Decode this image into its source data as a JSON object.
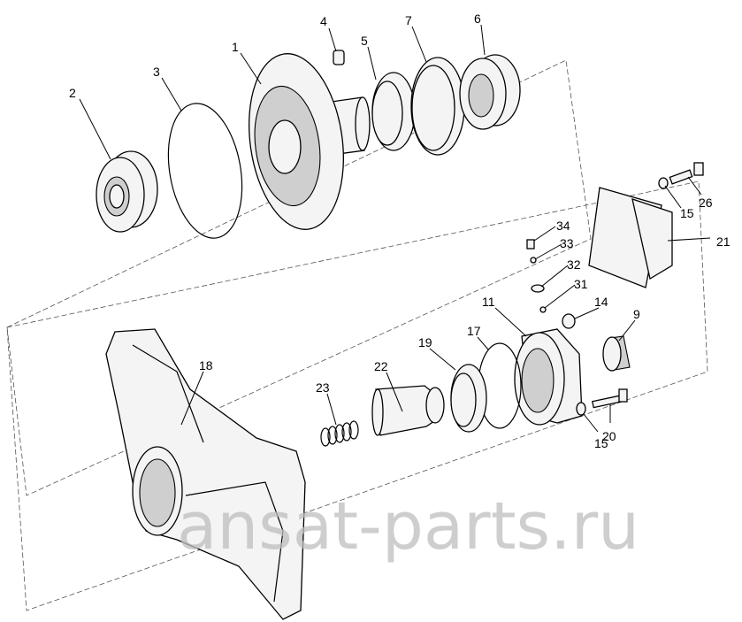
{
  "diagram": {
    "type": "exploded-parts-diagram",
    "watermark": "ansat-parts.ru",
    "part_labels": {
      "p1": "1",
      "p2": "2",
      "p3": "3",
      "p4": "4",
      "p5": "5",
      "p6": "6",
      "p7": "7",
      "p9": "9",
      "p11": "11",
      "p14": "14",
      "p15a": "15",
      "p15b": "15",
      "p17": "17",
      "p18": "18",
      "p19": "19",
      "p20": "20",
      "p21": "21",
      "p22": "22",
      "p23": "23",
      "p26": "26",
      "p31": "31",
      "p32": "32",
      "p33": "33",
      "p34": "34"
    }
  }
}
